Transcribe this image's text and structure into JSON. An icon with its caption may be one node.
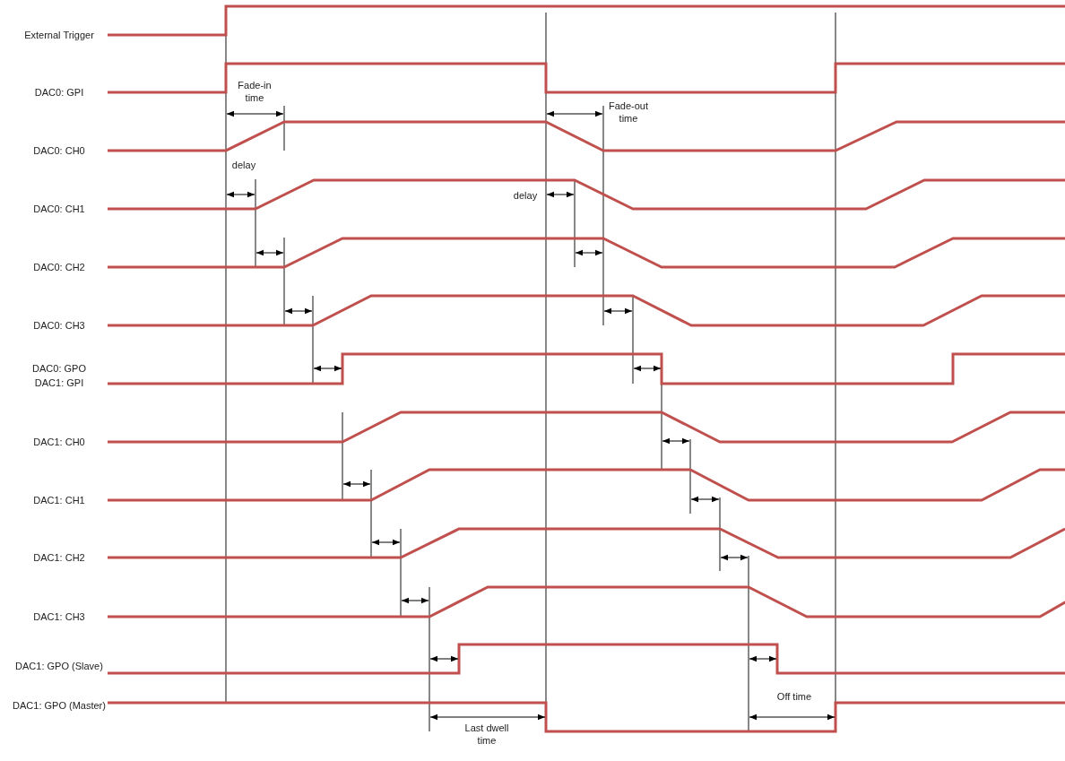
{
  "diagram": {
    "labels": [
      "External Trigger",
      "DAC0: GPI",
      "Fade-in time",
      "Fade-out time",
      "DAC0: CH0",
      "delay",
      "delay",
      "DAC0: CH1",
      "DAC0: CH2",
      "DAC0: CH3",
      "DAC0: GPO",
      "DAC1: GPI",
      "DAC1: CH0",
      "DAC1: CH1",
      "DAC1: CH2",
      "DAC1: CH3",
      "DAC1: GPO (Slave)",
      "DAC1: GPO (Master)",
      "Off time",
      "Last dwell time"
    ]
  }
}
